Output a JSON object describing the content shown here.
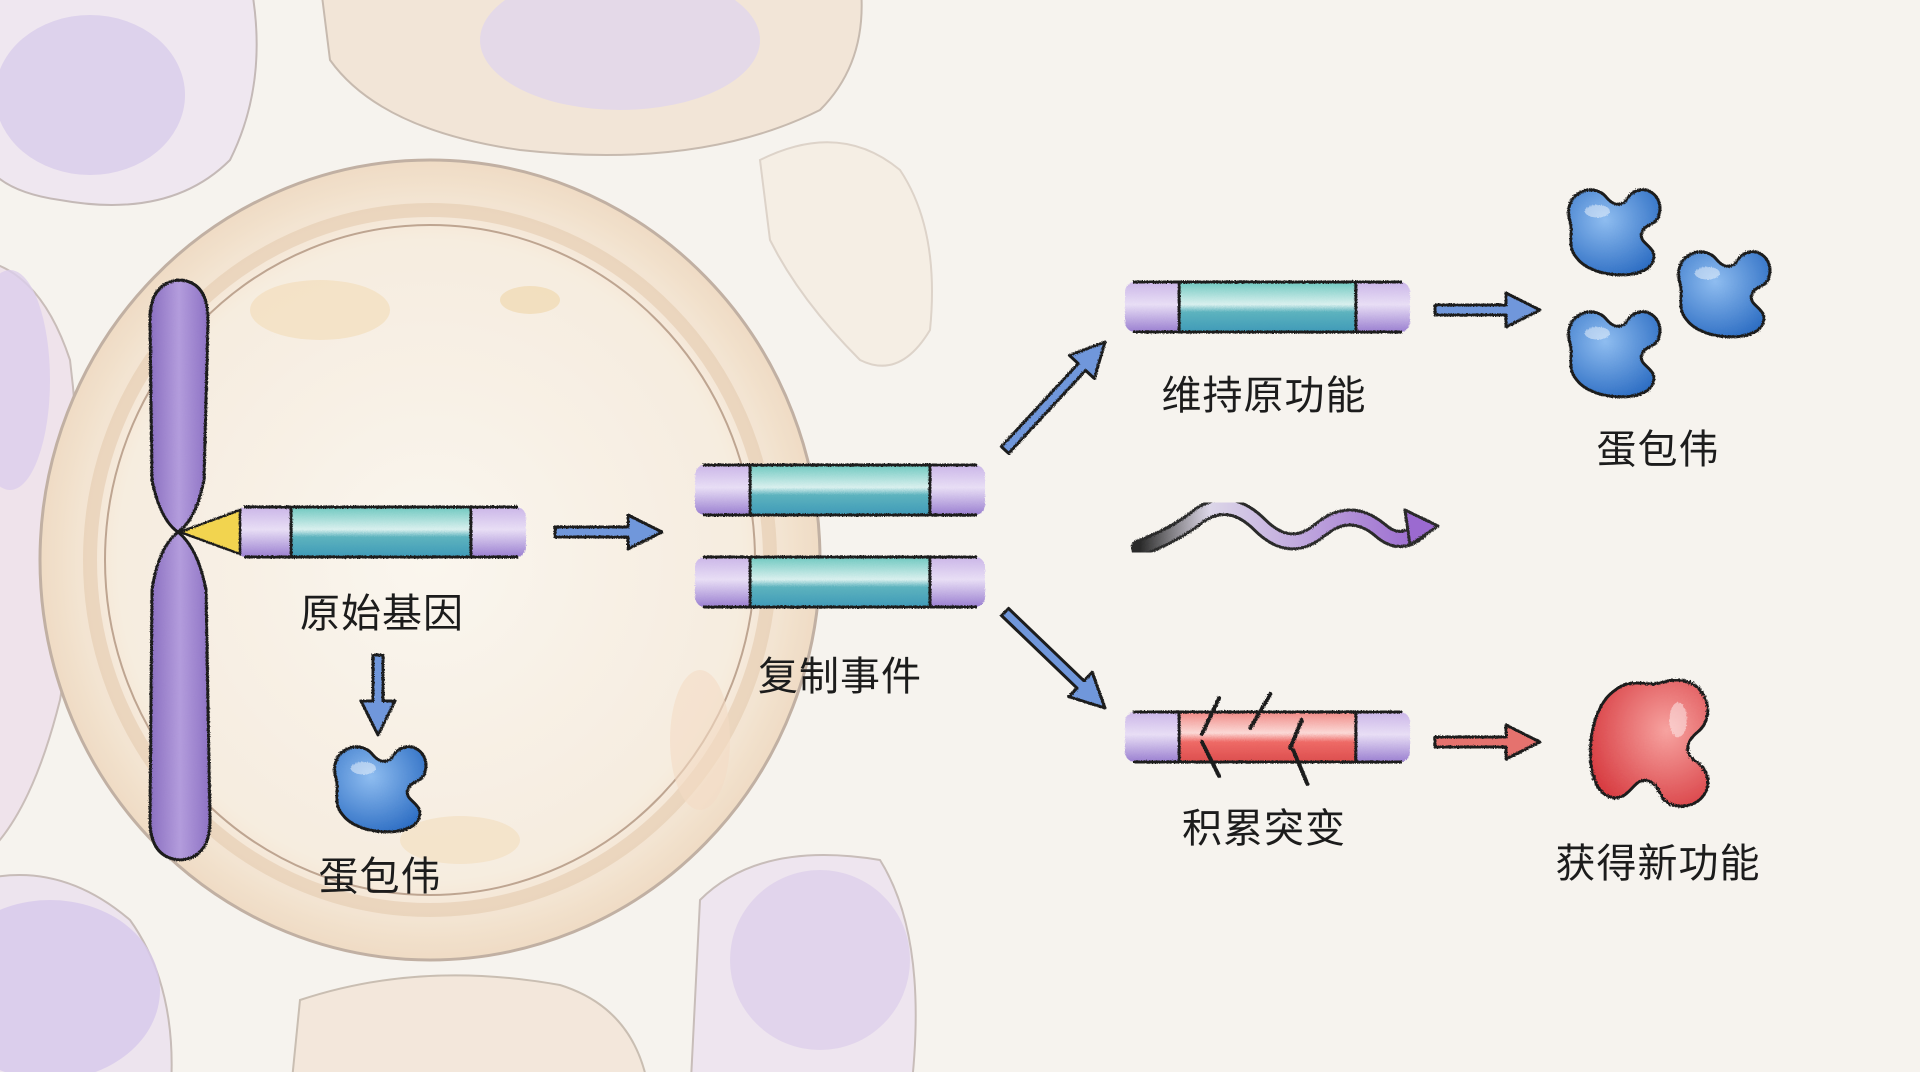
{
  "diagram": {
    "title": "Gene duplication and neofunctionalization",
    "colors": {
      "background": "#f6f3ee",
      "chromosome": "#9b82c6",
      "gene_core": "#62c0bb",
      "gene_flank": "#b7a0dc",
      "mutated_core": "#ee6a66",
      "arrow_blue": "#6f97db",
      "arrow_red": "#e5726e",
      "protein_blue": "#4a86d3",
      "protein_red": "#e5504f",
      "marker_yellow": "#f2d44f",
      "cell_tint": "#f3dfc6"
    },
    "labels": {
      "original_gene": "原始基因",
      "original_protein": "蛋包伟",
      "duplication_event": "复制事件",
      "maintain_function": "维持原功能",
      "maintained_protein": "蛋包伟",
      "accumulate_mutations": "积累突变",
      "new_function": "获得新功能"
    },
    "nodes": [
      {
        "id": "chromosome",
        "type": "chromosome"
      },
      {
        "id": "original-gene",
        "type": "gene",
        "label_key": "original_gene"
      },
      {
        "id": "original-protein",
        "type": "protein",
        "color": "blue",
        "label_key": "original_protein"
      },
      {
        "id": "duplicate-gene-1",
        "type": "gene"
      },
      {
        "id": "duplicate-gene-2",
        "type": "gene",
        "label_key": "duplication_event"
      },
      {
        "id": "conserved-gene",
        "type": "gene",
        "label_key": "maintain_function"
      },
      {
        "id": "conserved-proteins",
        "type": "protein",
        "color": "blue",
        "count": 3,
        "label_key": "maintained_protein"
      },
      {
        "id": "mutated-gene",
        "type": "gene",
        "mutated": true,
        "label_key": "accumulate_mutations"
      },
      {
        "id": "new-protein",
        "type": "protein",
        "color": "red",
        "label_key": "new_function"
      }
    ],
    "edges": [
      {
        "from": "original-gene",
        "to": "original-protein"
      },
      {
        "from": "original-gene",
        "to": "duplicate-gene-1"
      },
      {
        "from": "duplicate-gene-1",
        "to": "conserved-gene"
      },
      {
        "from": "duplicate-gene-2",
        "to": "mutated-gene"
      },
      {
        "from": "conserved-gene",
        "to": "conserved-proteins"
      },
      {
        "from": "mutated-gene",
        "to": "new-protein"
      },
      {
        "type": "wavy",
        "meaning": "evolutionary time / divergence"
      }
    ]
  }
}
